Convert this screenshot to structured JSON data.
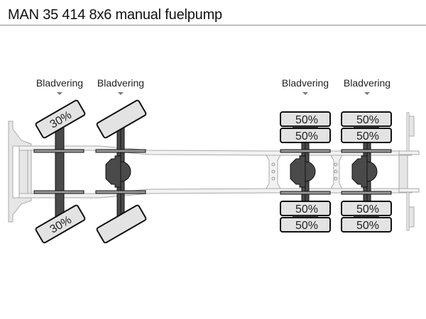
{
  "title": "MAN 35 414 8x6 manual fuelpump",
  "colors": {
    "tire_fill": "#e3e3e3",
    "tire_stroke": "#111111",
    "axle_fill": "#4a4a4a",
    "frame_fill": "#f2f2f2",
    "frame_stroke": "#aaaaaa",
    "marker": "#7a7a7a"
  },
  "axles": [
    {
      "id": "axle-1",
      "label": "Bladvering",
      "type": "steer",
      "driven": false,
      "tires": {
        "top": [
          "30%"
        ],
        "bottom": [
          "30%"
        ]
      }
    },
    {
      "id": "axle-2",
      "label": "Bladvering",
      "type": "steer",
      "driven": true,
      "tires": {
        "top": [
          ""
        ],
        "bottom": [
          ""
        ]
      }
    },
    {
      "id": "axle-3",
      "label": "Bladvering",
      "type": "rear-dual",
      "driven": true,
      "tires": {
        "top": [
          "50%",
          "50%"
        ],
        "bottom": [
          "50%",
          "50%"
        ]
      }
    },
    {
      "id": "axle-4",
      "label": "Bladvering",
      "type": "rear-dual",
      "driven": true,
      "tires": {
        "top": [
          "50%",
          "50%"
        ],
        "bottom": [
          "50%",
          "50%"
        ]
      }
    }
  ]
}
